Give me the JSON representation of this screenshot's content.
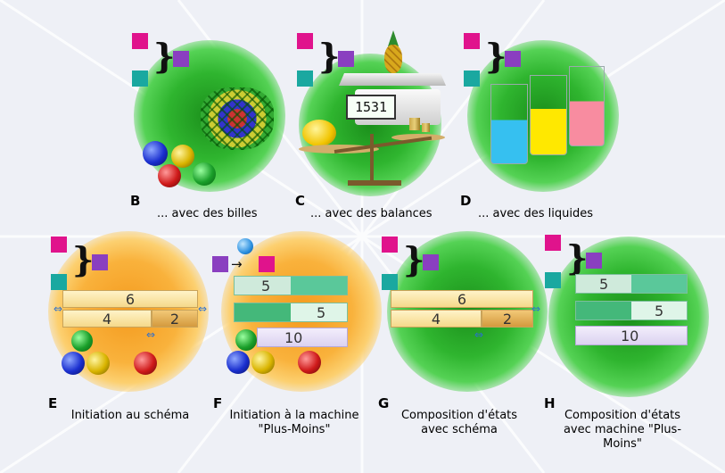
{
  "cards": [
    {
      "id": "B",
      "letter": "B",
      "caption": "... avec des billes"
    },
    {
      "id": "C",
      "letter": "C",
      "caption": "... avec des balances",
      "scale_display": "1531"
    },
    {
      "id": "D",
      "letter": "D",
      "caption": "... avec des liquides"
    },
    {
      "id": "E",
      "letter": "E",
      "caption": "Initiation au schéma",
      "bar_top": "6",
      "bar_left": "4",
      "bar_right": "2"
    },
    {
      "id": "F",
      "letter": "F",
      "caption_line1": "Initiation à la machine",
      "caption_line2": "\"Plus-Moins\"",
      "v1": "5",
      "v2": "5",
      "v3": "10"
    },
    {
      "id": "G",
      "letter": "G",
      "caption_line1": "Composition d'états",
      "caption_line2": "avec schéma",
      "bar_top": "6",
      "bar_left": "4",
      "bar_right": "2"
    },
    {
      "id": "H",
      "letter": "H",
      "caption_line1": "Composition d'états",
      "caption_line2": "avec machine \"Plus-",
      "caption_line3": "Moins\"",
      "v1": "5",
      "v2": "5",
      "v3": "10"
    }
  ],
  "colors": {
    "magenta": "#e0138c",
    "purple": "#8a3fc0",
    "teal": "#1aa8a0",
    "green": "#2fb52f",
    "orange": "#f7a52b"
  }
}
